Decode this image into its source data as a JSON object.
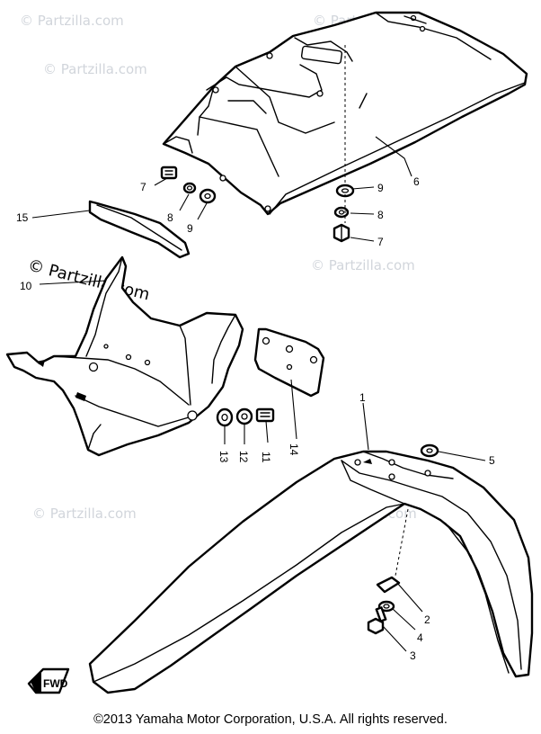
{
  "watermarks": {
    "light": "© Partzilla.com",
    "bold": "© Partzilla.com"
  },
  "callouts": {
    "c1": "1",
    "c2": "2",
    "c3": "3",
    "c4": "4",
    "c5": "5",
    "c6": "6",
    "c7a": "7",
    "c7b": "7",
    "c8a": "8",
    "c8b": "8",
    "c9a": "9",
    "c9b": "9",
    "c10": "10",
    "c11": "11",
    "c12": "12",
    "c13": "13",
    "c14": "14",
    "c15": "15"
  },
  "fwd_label": "FWD",
  "copyright": "©2013  Yamaha Motor Corporation, U.S.A. All rights reserved.",
  "colors": {
    "line": "#000000",
    "watermark": "#9aa3b0",
    "background": "#ffffff"
  }
}
